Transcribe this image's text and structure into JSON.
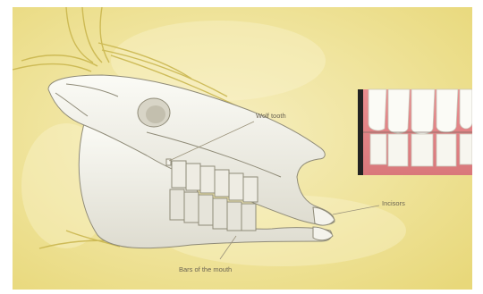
{
  "illustration": {
    "subject": "horse skull with teeth inset",
    "labels": {
      "wolf_tooth": "Wolf tooth",
      "incisors": "Incisors",
      "bars_of_mouth": "Bars of the mouth"
    },
    "colors": {
      "background": "#eedf8f",
      "background_light": "#f6eec0",
      "bone": "#f2f1ea",
      "bone_shadow": "#c9c7ba",
      "bone_outline": "#8f8b78",
      "nerve_lines": "#c8b44a",
      "inset_gum": "#e48a8c",
      "inset_tooth": "#fbfbf6",
      "inset_frame": "#222222",
      "label_text": "#6b6452"
    }
  }
}
